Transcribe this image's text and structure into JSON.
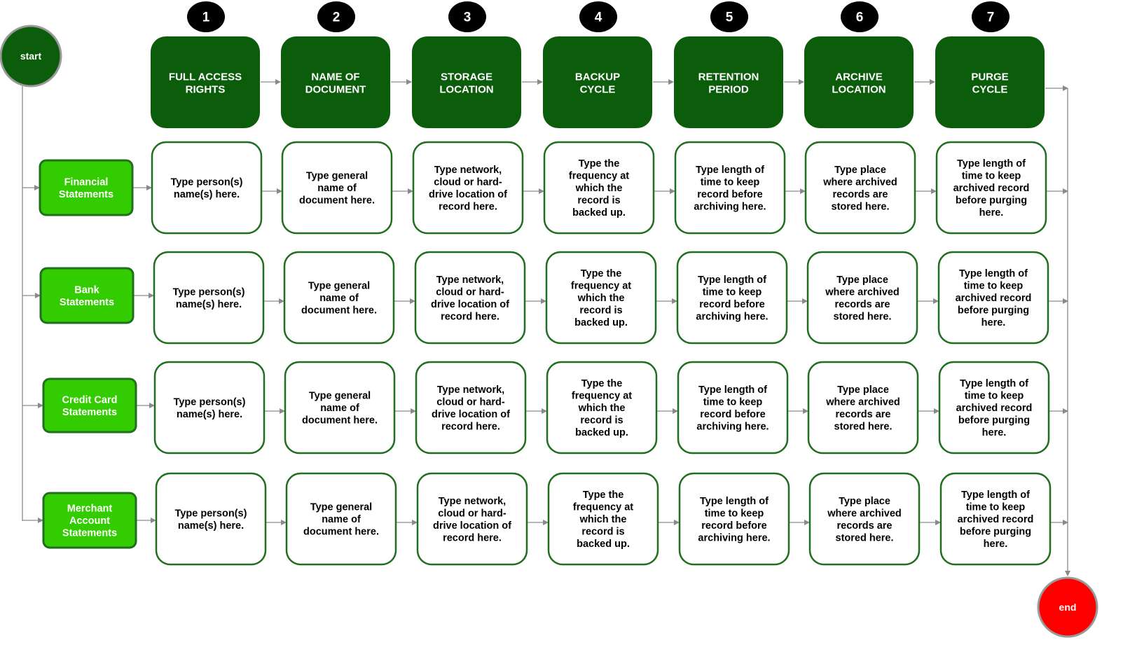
{
  "start_label": "start",
  "end_label": "end",
  "colors": {
    "header_fill": "#0b5c0b",
    "row_fill": "#33cc00",
    "row_border": "#1f6f1f",
    "cell_border": "#1f6f1f",
    "badge_fill": "#000000",
    "start_fill": "#0b5c0b",
    "end_fill": "#ff0000",
    "connector": "#8a8a8a"
  },
  "steps": [
    {
      "number": "1",
      "header": [
        "FULL ACCESS",
        "RIGHTS"
      ]
    },
    {
      "number": "2",
      "header": [
        "NAME OF",
        "DOCUMENT"
      ]
    },
    {
      "number": "3",
      "header": [
        "STORAGE",
        "LOCATION"
      ]
    },
    {
      "number": "4",
      "header": [
        "BACKUP",
        "CYCLE"
      ]
    },
    {
      "number": "5",
      "header": [
        "RETENTION",
        "PERIOD"
      ]
    },
    {
      "number": "6",
      "header": [
        "ARCHIVE",
        "LOCATION"
      ]
    },
    {
      "number": "7",
      "header": [
        "PURGE",
        "CYCLE"
      ]
    }
  ],
  "rows": [
    {
      "label": [
        "Financial",
        "Statements"
      ]
    },
    {
      "label": [
        "Bank",
        "Statements"
      ]
    },
    {
      "label": [
        "Credit Card",
        "Statements"
      ]
    },
    {
      "label": [
        "Merchant",
        "Account",
        "Statements"
      ]
    }
  ],
  "cell_texts": [
    [
      "Type person(s)",
      "name(s) here."
    ],
    [
      "Type general",
      "name of",
      "document here."
    ],
    [
      "Type network,",
      "cloud or hard-",
      "drive location of",
      "record here."
    ],
    [
      "Type the",
      "frequency at",
      "which the",
      "record is",
      "backed up."
    ],
    [
      "Type length of",
      "time to keep",
      "record before",
      "archiving here."
    ],
    [
      "Type place",
      "where archived",
      "records are",
      "stored here."
    ],
    [
      "Type length of",
      "time to keep",
      "archived record",
      "before purging",
      "here."
    ]
  ]
}
